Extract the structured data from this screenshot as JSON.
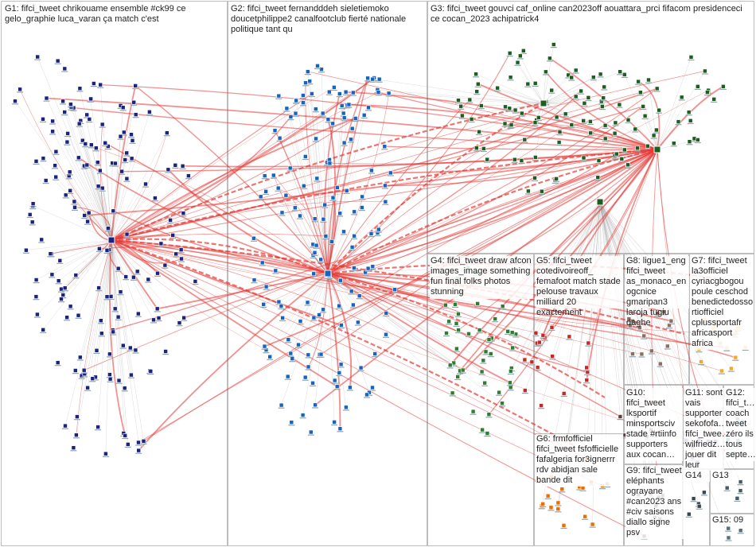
{
  "groups": [
    {
      "id": "G1",
      "text": "G1: fifci_tweet chrikouame ensemble #ck99 ce gelo_graphie luca_varan ça match c'est",
      "color": "#1a237e"
    },
    {
      "id": "G2",
      "text": "G2: fifci_tweet fernandddeh sieletiemoko doucetphilippe2 canalfootclub fierté nationale politique tant qu",
      "color": "#1565c0"
    },
    {
      "id": "G3",
      "text": "G3: fifci_tweet gouvci caf_online can2023off aouattara_prci fifacom presidenceci ce cocan_2023 achipatrick4",
      "color": "#1b5e20"
    },
    {
      "id": "G4",
      "text": "G4: fifci_tweet draw afcon images_image something fun final folks photos stunning",
      "color": "#2e7d32"
    },
    {
      "id": "G5",
      "text": "G5: fifci_tweet cotedivoireoff_ femafoot match stade pelouse travaux milliard 20 exactement",
      "color": "#c62828"
    },
    {
      "id": "G8",
      "text": "G8: ligue1_eng fifci_tweet as_monaco_en ogcnice gmaripan3 laroja tugiu daghe",
      "color": "#8d6e63"
    },
    {
      "id": "G7",
      "text": "G7: fifci_tweet la3officiel cyriacgbogou poule ceschod benedictedosso rtiofficiel cplussportafr africasport africa",
      "color": "#f9a825"
    },
    {
      "id": "G10",
      "text": "G10: fifci_tweet lksportif minsportsciv stade #rtiinfo supporters aux cocan…",
      "color": "#5d4037"
    },
    {
      "id": "G11",
      "text": "G11: sont vais supporter sekofofa… fifci_twee… wilfriedz… jouer dit leur",
      "color": "#6a1b9a"
    },
    {
      "id": "G12",
      "text": "G12: fifci_t… coach tweet zéro ils tous septe…",
      "color": "#00838f"
    },
    {
      "id": "G6",
      "text": "G6: frmfofficiel fifci_tweet fsfofficielle fafalgeria for3ignerrr rdv abidjan sale bande dit",
      "color": "#ef6c00"
    },
    {
      "id": "G9",
      "text": "G9: fifci_tweet eléphants ograyane #can2023 ans #civ saisons diallo signe psv",
      "color": "#4e342e"
    },
    {
      "id": "G14",
      "text": "G14",
      "color": "#37474f"
    },
    {
      "id": "G13",
      "text": "G13",
      "color": "#455a64"
    },
    {
      "id": "G15",
      "text": "G15: 09",
      "color": "#546e7a"
    }
  ],
  "colors": {
    "edge_grey": "#9e9e9e",
    "edge_red": "#e53935",
    "box_border": "#bdbdbd"
  }
}
